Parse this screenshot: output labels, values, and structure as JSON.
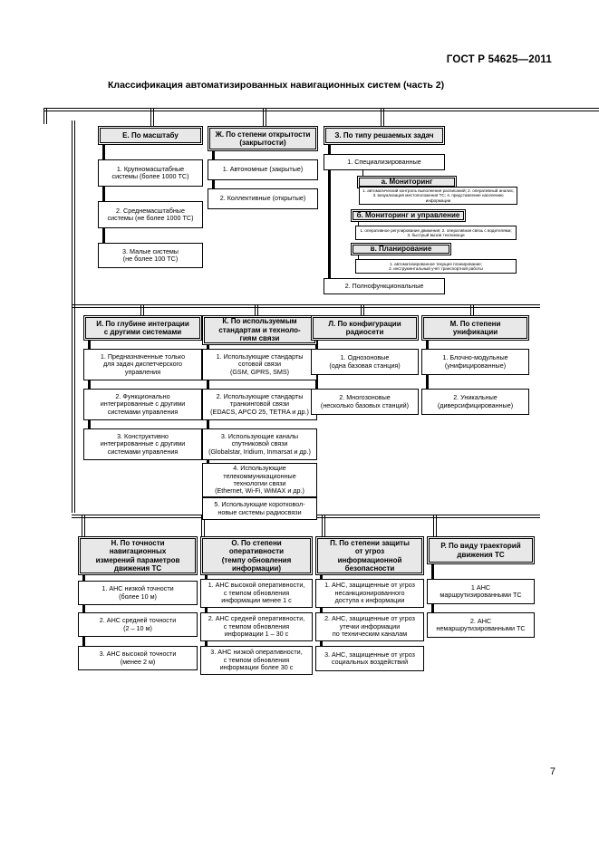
{
  "document": {
    "standard_header": "ГОСТ Р 54625—2011",
    "chart_title": "Классификация автоматизированных навигационных систем (часть 2)",
    "page_number": "7"
  },
  "chart_data": {
    "type": "diagram",
    "title": "Классификация автоматизированных навигационных систем (часть 2)",
    "branches": [
      {
        "id": "E",
        "head": "Е. По масштабу",
        "children": [
          "1. Крупномасштабные\nсистемы (более 1000 ТС)",
          "2. Среднемасштабные\nсистемы (не более 1000 ТС)",
          "3. Малые системы\n(не более 100 ТС)"
        ]
      },
      {
        "id": "ZH",
        "head": "Ж. По степени открытости\n(закрытости)",
        "children": [
          "1. Автономные (закрытые)",
          "2. Коллективные (открытые)"
        ]
      },
      {
        "id": "Z",
        "head": "З. По типу решаемых задач",
        "children": [
          "1. Специализированные",
          "2. Полнофункциональные"
        ],
        "subtypes": [
          {
            "label": "а. Мониторинг",
            "detail": "1. автоматический контроль выполнения расписаний; 2. оперативный анализ; 3. визуализация местоположения ТС; 4. представление населению информации"
          },
          {
            "label": "б. Мониторинг и управление",
            "detail": "1. оперативное регулирование движения; 2. оперативная связь с водителями; 3. быстрый вызов техпомощи"
          },
          {
            "label": "в. Планирование",
            "detail": "1. автоматизированное текущее планирование;\n2. инструментальный учет транспортной работы"
          }
        ]
      },
      {
        "id": "I",
        "head": "И. По глубине интеграции\nс другими системами",
        "children": [
          "1. Предназначенные только\nдля задач диспетчерского\nуправления",
          "2. Функционально\nинтегрированные с другими\nсистемами управления",
          "3. Конструктивно\nинтегрированные с другими\nсистемами управления"
        ]
      },
      {
        "id": "K",
        "head": "К. По используемым\nстандартам и техноло-\nгиям связи",
        "children": [
          "1. Использующие стандарты\nсотовой связи\n(GSM, GPRS, SMS)",
          "2. Использующие стандарты\nтранкинговой связи\n(EDACS, APCO 25, TETRA и др.)",
          "3. Использующие  каналы\nспутниковой связи\n(Globalstar, Iridium, Inmarsat и др.)",
          "4. Использующие\nтелекоммуникационные\nтехнологии связи\n(Ethernet, Wi-Fi, WiMAX и др.)",
          "5. Использующие коротковол-\nновые системы радиосвязи"
        ]
      },
      {
        "id": "L",
        "head": "Л. По конфигурации\nрадиосети",
        "children": [
          "1. Однозоновые\n(одна базовая станция)",
          "2. Многозоновые\n(несколько базовых станций)"
        ]
      },
      {
        "id": "M",
        "head": "М. По степени\nунификации",
        "children": [
          "1. Блочно-модульные\n(унифицированные)",
          "2. Уникальные\n(диверсифицированные)"
        ]
      },
      {
        "id": "N",
        "head": "Н. По точности\nнавигационных\nизмерений параметров\nдвижения ТС",
        "children": [
          "1. АНС низкой точности\n(более 10 м)",
          "2. АНС средней точности\n(2 – 10 м)",
          "3. АНС высокой точности\n(менее 2 м)"
        ]
      },
      {
        "id": "O",
        "head": "О. По степени\nоперативности\n(темпу обновления\nинформации)",
        "children": [
          "1. АНС высокой оперативности,\nс темпом обновления\nинформации менее 1 с",
          "2. АНС средней оперативности,\nс темпом обновления\nинформации 1 – 30 с",
          "3. АНС низкой оперативности,\nс темпом обновления\nинформации более 30 с"
        ]
      },
      {
        "id": "P",
        "head": "П. По степени защиты\nот угроз\nинформационной\nбезопасности",
        "children": [
          "1. АНС, защищенные от угроз\nнесанкционированного\nдоступа к информации",
          "2. АНС, защищенные от угроз\nутечки информации\nпо техническим каналам",
          "3. АНС, защищенные от угроз\nсоциальных воздействий"
        ]
      },
      {
        "id": "R",
        "head": "Р. По виду траекторий\nдвижения ТС",
        "children": [
          "1  АНС\nмаршрутизированными ТС",
          "2. АНС\nнемаршрутизированными ТС"
        ]
      }
    ]
  },
  "colors": {
    "line": "#000000",
    "head_fill": "#e8e8e8",
    "box_fill": "#ffffff",
    "text": "#000000"
  }
}
